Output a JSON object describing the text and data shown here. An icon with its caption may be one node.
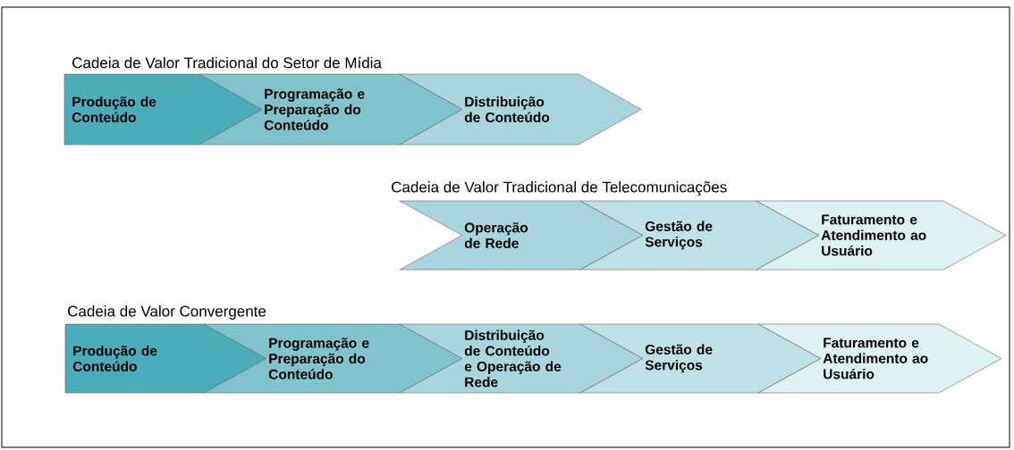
{
  "diagram": {
    "nodes": [
      {
        "text": [
          "Produção de Conteúdo"
        ]
      },
      {
        "text": [
          "Programação e Preparação do Conteúdo"
        ]
      },
      {
        "text": [
          "Distribuição de Conteúdo"
        ]
      },
      {
        "text": [
          "Operação de Rede"
        ]
      },
      {
        "text": [
          "Gestão de Serviços"
        ]
      },
      {
        "text": [
          "Faturamento e Atendimento ao Usuário"
        ]
      },
      {
        "text": [
          "Produção de Conteúdo"
        ]
      },
      {
        "text": [
          "Programação e Preparação do Conteúdo"
        ]
      },
      {
        "text": [
          "Distribuição de Conteúdo e Operação de Rede"
        ]
      },
      {
        "text": [
          "Gestão de Serviços"
        ]
      },
      {
        "text": [
          "Faturamento e Atendimento ao Usuário"
        ]
      }
    ],
    "labels": [
      "Cadeia de Valor Tradicional do Setor de Mídia",
      "Cadeia de Valor Tradicional de Telecomunicações",
      "Cadeia de Valor Convergente"
    ]
  }
}
